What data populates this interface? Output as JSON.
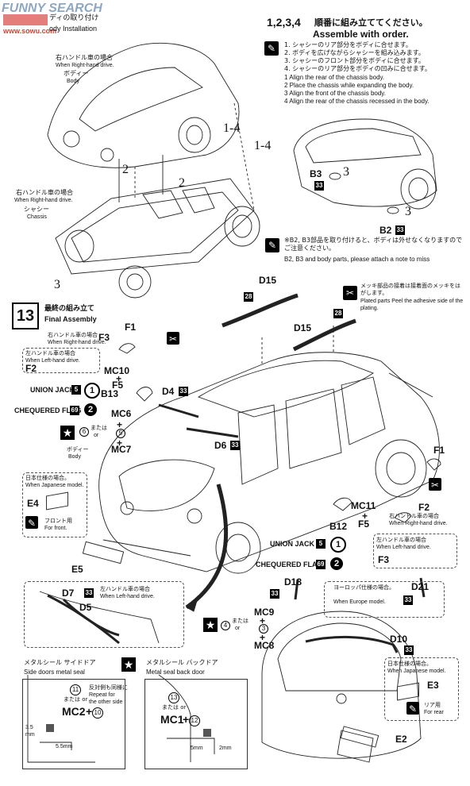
{
  "watermark": {
    "brand": "FUNNY SEARCH",
    "site": "www.sowu.com"
  },
  "header": {
    "step_label_jp_fragment": "ディの取り付け",
    "step_label_en_fragment": "ody Installation"
  },
  "step_1234": {
    "number": "1,2,3,4",
    "title_jp": "順番に組み立ててください。",
    "title_en": "Assemble with order.",
    "instructions_jp": [
      "1. シャシーのリア部分をボディに合せます。",
      "2. ボディを広げながらシャシーを組み込みます。",
      "3. シャシーのフロント部分をボディに合せます。",
      "4. シャシーのリア部分をボディの凹みに合せます。"
    ],
    "instructions_en": [
      "1 Align the rear of the chassis body.",
      "2 Place the chassis while expanding the body.",
      "3 Align the front of the chassis body.",
      "4 Align the rear of the chassis recessed in the body."
    ],
    "note_jp": "※B2, B3部品を取り付けると、ボディは外せなくなりますのでご注意ください。",
    "note_en": "B2, B3 and body parts, please attach a note to miss"
  },
  "left_top": {
    "body_rhd_jp": "右ハンドル車の場合",
    "body_rhd_en": "When Right-hand drive.",
    "body_jp": "ボディー",
    "body_en": "Body",
    "chassis_rhd_jp": "右ハンドル車の場合",
    "chassis_rhd_en": "When Right-hand drive.",
    "chassis_jp": "シャシー",
    "chassis_en": "Chassis"
  },
  "step_numbers": {
    "a": "1-4",
    "b": "1-4",
    "c": "2",
    "d": "2",
    "e": "3",
    "f": "3",
    "g": "3"
  },
  "parts_top_right": {
    "b3": "B3",
    "b3_num": "33",
    "b2": "B2",
    "b2_num": "33"
  },
  "step13": {
    "number": "13",
    "title_jp": "最終の組み立て",
    "title_en": "Final Assembly"
  },
  "roof": {
    "d15_a": "D15",
    "d15_a_num": "28",
    "d15_b": "D15",
    "d15_b_num": "28",
    "plating_jp": "メッキ部品の接着は接着面のメッキをはがします。",
    "plating_en": "Plated parts Peel the adhesive side of the plating."
  },
  "left_mirror": {
    "f1": "F1",
    "f3": "F3",
    "rhd_jp": "右ハンドル車の場合",
    "rhd_en": "When Right-hand drive.",
    "lhd_jp": "左ハンドル車の場合",
    "lhd_en": "When Left-hand drive.",
    "f2": "F2",
    "mc10": "MC10",
    "plus": "+",
    "f5": "F5",
    "union_jack": "UNION JACK",
    "union_num": "5",
    "union_decal": "1",
    "b13": "B13",
    "chequered": "CHEQUERED FLAG",
    "chequered_num": "69",
    "chequered_decal": "2",
    "d4": "D4",
    "d4_num": "33",
    "mc6": "MC6",
    "mc6_alt": "6",
    "mata": "または",
    "or": "or",
    "n5": "5",
    "mc7": "MC7",
    "d6": "D6",
    "d6_num": "33",
    "body_jp": "ボディー",
    "body_en": "Body"
  },
  "japan_front": {
    "title_jp": "日本仕様の場合。",
    "title_en": "When Japanese model.",
    "e4": "E4",
    "front_jp": "フロント用",
    "front_en": "For front.",
    "e5": "E5"
  },
  "right_mirror": {
    "f1": "F1",
    "f2": "F2",
    "rhd_jp": "右ハンドル車の場合",
    "rhd_en": "When Right-hand drive.",
    "mc11": "MC11",
    "plus": "+",
    "f5": "F5",
    "b12": "B12",
    "union_jack": "UNION JACK",
    "union_num": "5",
    "union_decal": "1",
    "lhd_jp": "左ハンドル車の場合",
    "lhd_en": "When Left-hand drive.",
    "f3": "F3",
    "chequered": "CHEQUERED FLAG",
    "chequered_num": "69",
    "chequered_decal": "2"
  },
  "wipers_lhd": {
    "d7": "D7",
    "d7_num": "33",
    "lhd_jp": "左ハンドル車の場合",
    "lhd_en": "When Left-hand drive.",
    "d5": "D5"
  },
  "rear": {
    "d18": "D18",
    "d18_num": "33",
    "europe_jp": "ヨーロッパ仕様の場合。",
    "europe_en": "When Europe model.",
    "d21": "D21",
    "d21_num": "33",
    "mc9": "MC9",
    "n4": "4",
    "mata": "または",
    "or": "or",
    "n3": "3",
    "plus": "+",
    "mc8": "MC8",
    "d10": "D10",
    "d10_num": "33",
    "jp_title_jp": "日本仕様の場合。",
    "jp_title_en": "When Japanese model.",
    "e3": "E3",
    "rear_jp": "リア用",
    "rear_en": "For rear",
    "e2": "E2"
  },
  "metal_seals": {
    "side_jp": "メタルシール サイドドア",
    "side_en": "Side doors metal seal",
    "back_jp": "メタルシール バックドア",
    "back_en": "Metal seal back door",
    "side_n11": "11",
    "side_mata": "または or",
    "side_mc": "MC2",
    "side_plus": "+",
    "side_n10": "10",
    "repeat_jp": "反対側も同様に",
    "repeat_en": "Repeat for the other side",
    "dim_35": "3.5",
    "dim_mm": "mm",
    "dim_55": "5.5mm",
    "back_n13": "13",
    "back_mata": "または or",
    "back_mc": "MC1",
    "back_plus": "+",
    "back_n12": "12",
    "dim_5": "5mm",
    "dim_2": "2mm"
  }
}
